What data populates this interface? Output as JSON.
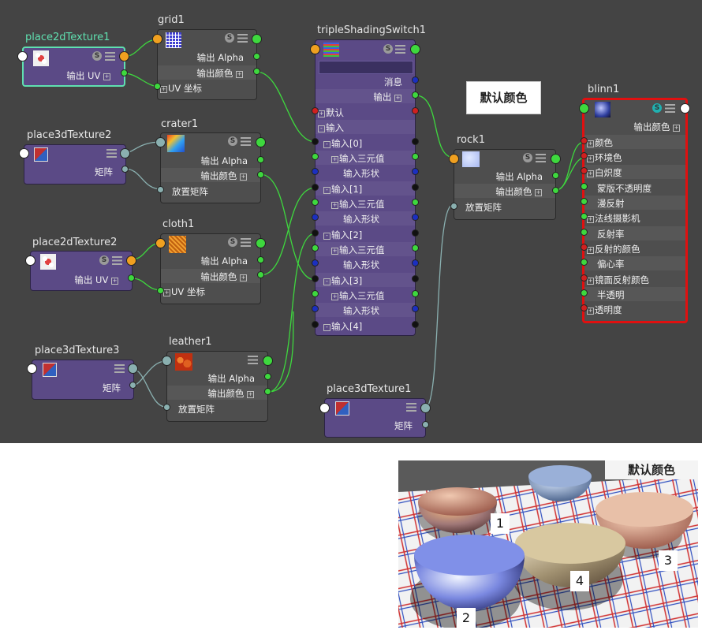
{
  "nodes": {
    "place2dTexture1": {
      "title": "place2dTexture1",
      "rows": [
        "输出 UV"
      ]
    },
    "grid1": {
      "title": "grid1",
      "rows": [
        "输出 Alpha",
        "输出颜色",
        "UV 坐标"
      ]
    },
    "place3dTexture2": {
      "title": "place3dTexture2",
      "rows": [
        "矩阵"
      ]
    },
    "crater1": {
      "title": "crater1",
      "rows": [
        "输出 Alpha",
        "输出颜色",
        "放置矩阵"
      ]
    },
    "place2dTexture2": {
      "title": "place2dTexture2",
      "rows": [
        "输出 UV"
      ]
    },
    "cloth1": {
      "title": "cloth1",
      "rows": [
        "输出 Alpha",
        "输出颜色",
        "UV 坐标"
      ]
    },
    "place3dTexture3": {
      "title": "place3dTexture3",
      "rows": [
        "矩阵"
      ]
    },
    "leather1": {
      "title": "leather1",
      "rows": [
        "输出 Alpha",
        "输出颜色",
        "放置矩阵"
      ]
    },
    "tripleShadingSwitch1": {
      "title": "tripleShadingSwitch1",
      "rows": [
        "消息",
        "输出",
        "默认",
        "输入",
        "输入[0]",
        "输入三元值",
        "输入形状",
        "输入[1]",
        "输入三元值",
        "输入形状",
        "输入[2]",
        "输入三元值",
        "输入形状",
        "输入[3]",
        "输入三元值",
        "输入形状",
        "输入[4]"
      ]
    },
    "place3dTexture1": {
      "title": "place3dTexture1",
      "rows": [
        "矩阵"
      ]
    },
    "rock1": {
      "title": "rock1",
      "rows": [
        "输出 Alpha",
        "输出颜色",
        "放置矩阵"
      ]
    },
    "blinn1": {
      "title": "blinn1",
      "rows": [
        "输出颜色",
        "颜色",
        "环境色",
        "白炽度",
        "蒙版不透明度",
        "漫反射",
        "法线摄影机",
        "反射率",
        "反射的颜色",
        "偏心率",
        "镜面反射颜色",
        "半透明",
        "透明度"
      ]
    }
  },
  "default_color_label": "默认颜色",
  "render": {
    "label": "默认颜色",
    "numbers": [
      "1",
      "2",
      "3",
      "4"
    ]
  },
  "icons": {
    "swatch": "s-icon",
    "menu": "hamburger-icon",
    "expand": "⊞",
    "collapse": "⊟"
  },
  "colors": {
    "editor_bg": "#444444",
    "node_dark": "#4e4e4e",
    "node_purple": "#5b4a86",
    "port_green": "#3ed83e",
    "port_blue": "#1b2fc0",
    "port_orange": "#f0a020",
    "port_red": "#d02020",
    "selected_green": "#5fe0b0",
    "selected_red": "#e01010",
    "wire_green": "#3ed83e",
    "wire_teal": "#8ab0b0"
  }
}
